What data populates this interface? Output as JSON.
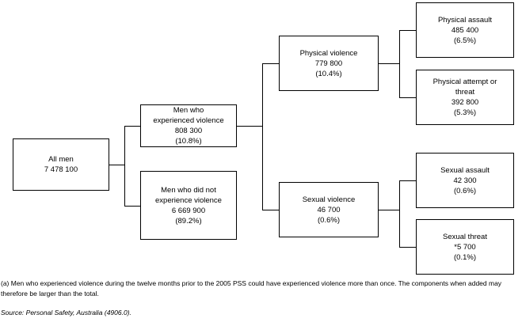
{
  "diagram": {
    "type": "flowchart",
    "nodes": [
      {
        "id": "all-men",
        "lines": [
          "All men",
          "7 478 100"
        ]
      },
      {
        "id": "experienced-violence",
        "lines": [
          "Men who",
          "experienced violence",
          "808 300",
          "(10.8%)"
        ]
      },
      {
        "id": "did-not-experience-violence",
        "lines": [
          "Men who did not",
          "experience violence",
          "6 669 900",
          "(89.2%)"
        ]
      },
      {
        "id": "physical-violence",
        "lines": [
          "Physical violence",
          "779 800",
          "(10.4%)"
        ]
      },
      {
        "id": "sexual-violence",
        "lines": [
          "Sexual violence",
          "46 700",
          "(0.6%)"
        ]
      },
      {
        "id": "physical-assault",
        "lines": [
          "Physical assault",
          "485 400",
          "(6.5%)"
        ]
      },
      {
        "id": "physical-attempt-or-threat",
        "lines": [
          "Physical attempt or",
          "threat",
          "392 800",
          "(5.3%)"
        ]
      },
      {
        "id": "sexual-assault",
        "lines": [
          "Sexual assault",
          "42 300",
          "(0.6%)"
        ]
      },
      {
        "id": "sexual-threat",
        "lines": [
          "Sexual threat",
          "*5 700",
          "(0.1%)"
        ]
      }
    ]
  },
  "footer": {
    "footnote": "(a) Men who experienced violence during the twelve months prior to the 2005 PSS could have experienced violence more than once. The components when added may therefore be larger than the total.",
    "source": "Source: Personal Safety, Australia (4906.0)."
  }
}
